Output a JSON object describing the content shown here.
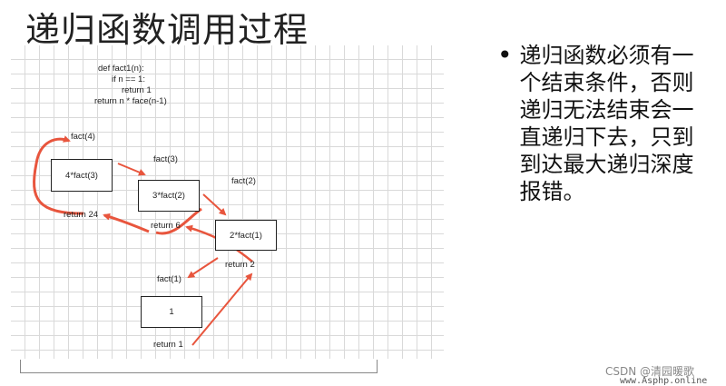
{
  "slide": {
    "title": "递归函数调用过程",
    "bullet": "递归函数必须有一个结束条件，否则递归无法结束会一直递归下去，只到到达最大递归深度报错。"
  },
  "code": {
    "line1": "def  fact1(n):",
    "line2": "if n == 1:",
    "line3": "return 1",
    "line4": "return n * face(n-1)"
  },
  "diagram": {
    "call_4": "fact(4)",
    "call_3": "fact(3)",
    "call_2": "fact(2)",
    "call_1": "fact(1)",
    "box_4": "4*fact(3)",
    "box_3": "3*fact(2)",
    "box_2": "2*fact(1)",
    "box_1": "1",
    "ret_24": "return 24",
    "ret_6": "return 6",
    "ret_2": "return 2",
    "ret_1": "return 1",
    "arrow_color": "#e8553d"
  },
  "watermark": {
    "line1": "CSDN @清园暖歌",
    "line2": "www.Asphp.online"
  }
}
